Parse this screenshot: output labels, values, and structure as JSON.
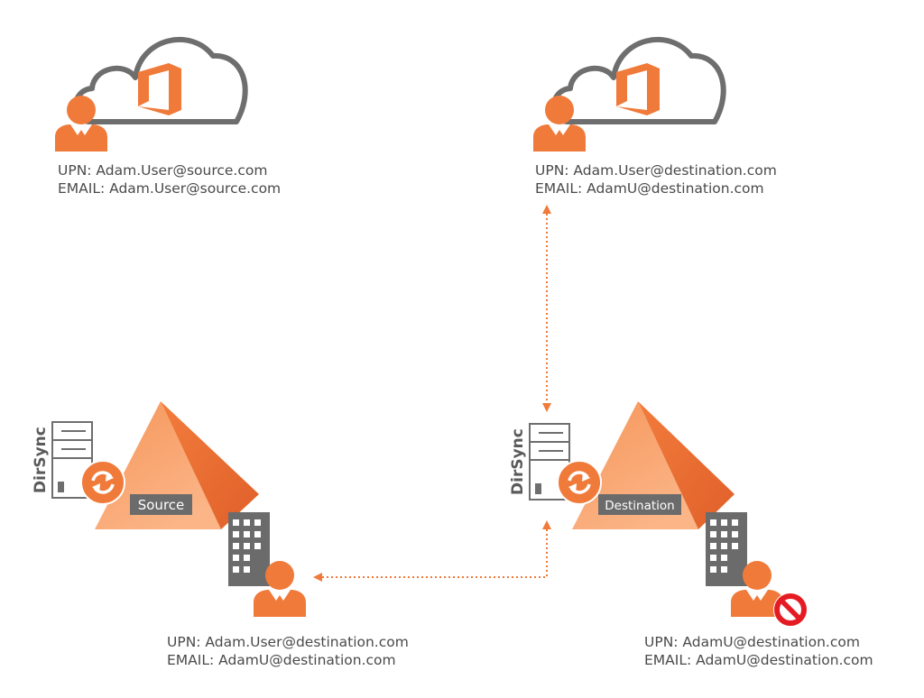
{
  "colors": {
    "accent": "#f07a3a",
    "accent_light": "#f9a36a",
    "gray": "#6e6e6e",
    "text": "#4a4a4a",
    "block_red": "#e51b23"
  },
  "source_cloud": {
    "icon": "office-365-icon",
    "upn": "UPN: Adam.User@source.com",
    "email": "EMAIL: Adam.User@source.com"
  },
  "destination_cloud": {
    "icon": "office-365-icon",
    "upn": "UPN: Adam.User@destination.com",
    "email": "EMAIL: AdamU@destination.com"
  },
  "source_onprem": {
    "dirsync_label": "DirSync",
    "forest_label": "Source",
    "upn": "UPN: Adam.User@destination.com",
    "email": "EMAIL: AdamU@destination.com"
  },
  "destination_onprem": {
    "dirsync_label": "DirSync",
    "forest_label": "Destination",
    "upn": "UPN: AdamU@destination.com",
    "email": "EMAIL: AdamU@destination.com",
    "blocked_icon": "no-entry-icon"
  }
}
